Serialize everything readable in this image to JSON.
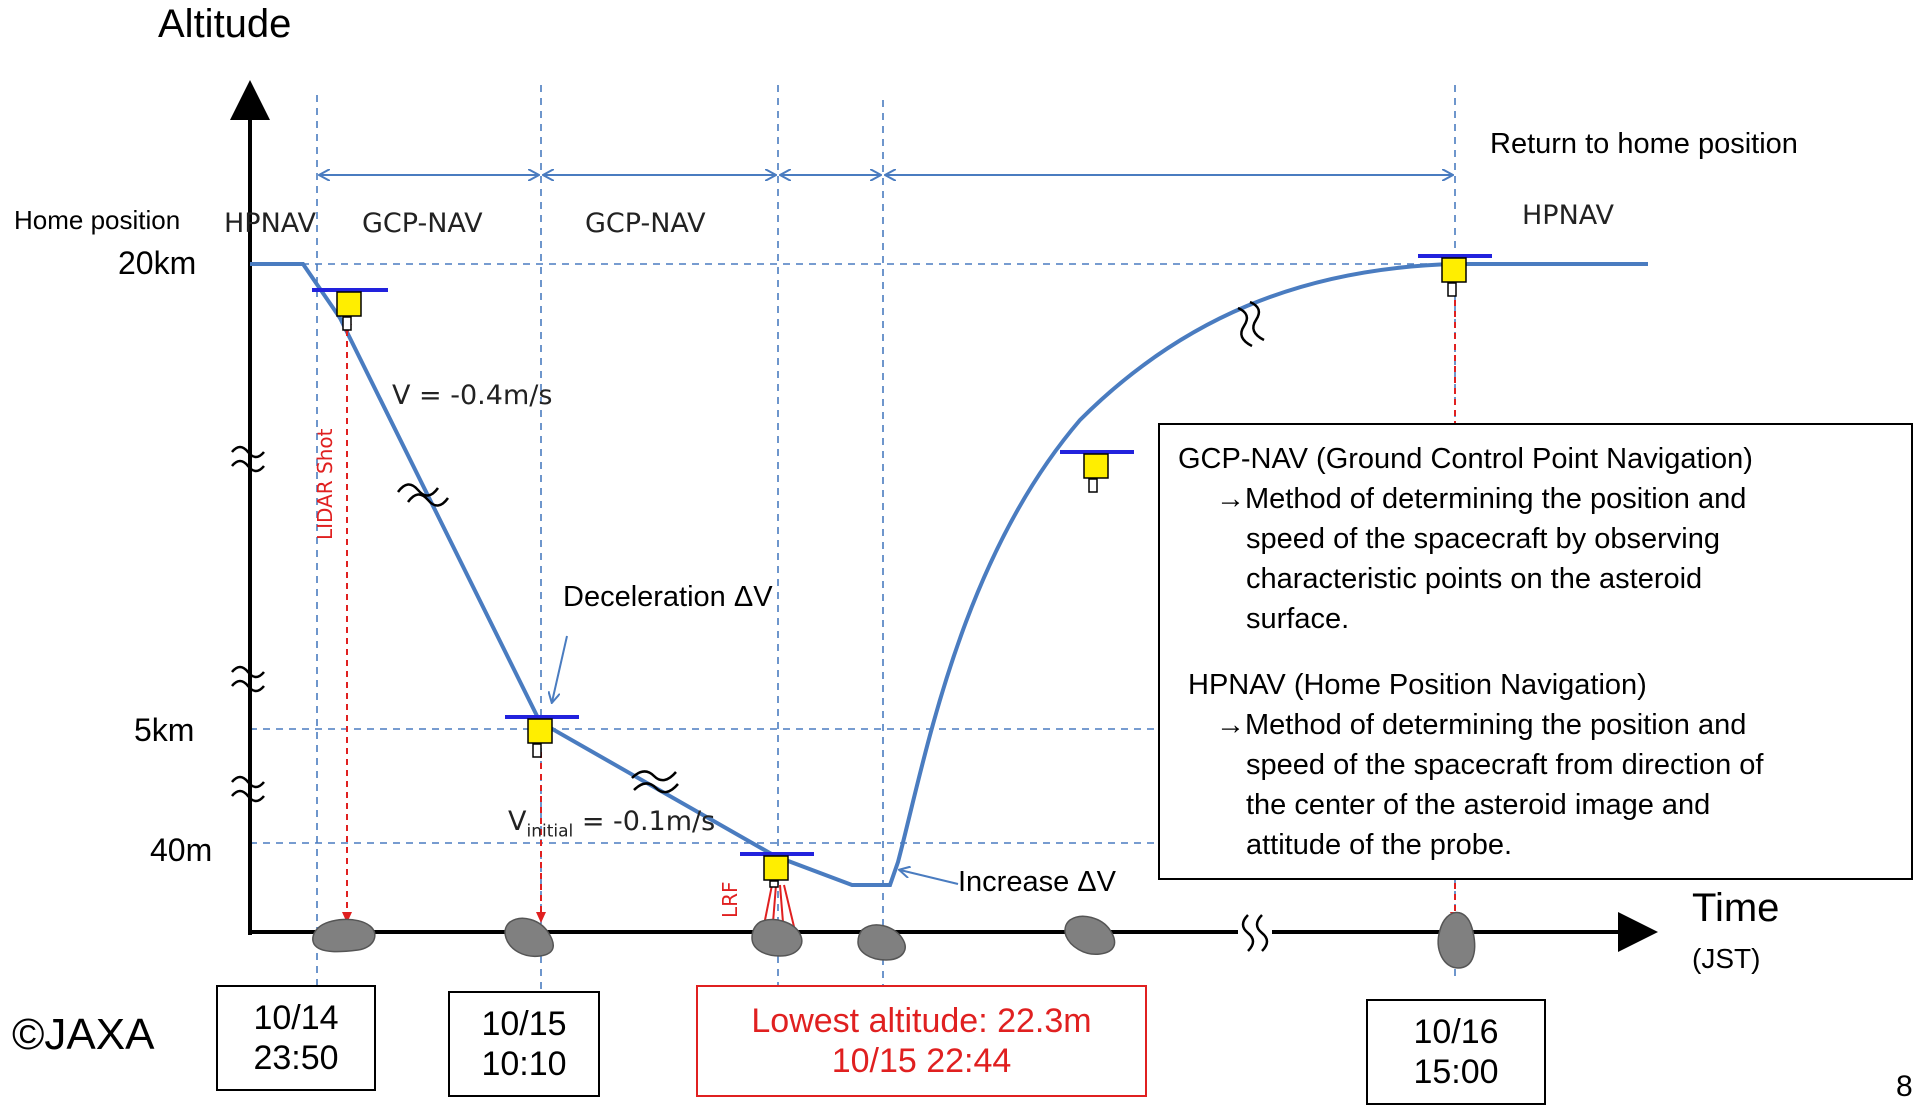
{
  "axes": {
    "y_title": "Altitude",
    "x_title": "Time",
    "x_unit": "(JST)",
    "y_ticks": {
      "home_label": "Home position",
      "home_value": "20km",
      "mid": "5km",
      "low": "40m"
    }
  },
  "phases": {
    "hpnav_left": "HPNAV",
    "gcp1": "GCP-NAV",
    "gcp2": "GCP-NAV",
    "hpnav_right": "HPNAV",
    "return": "Return to home position"
  },
  "annotations": {
    "velocity1": "V = -0.4m/s",
    "v_initial_prefix": "V",
    "v_initial_sub": "initial",
    "v_initial_suffix": " = -0.1m/s",
    "deceleration": "Deceleration ΔV",
    "increase": "Increase ΔV",
    "lidar": "LIDAR Shot",
    "lrf": "LRF"
  },
  "times": {
    "t1_date": "10/14",
    "t1_time": "23:50",
    "t2_date": "10/15",
    "t2_time": "10:10",
    "lowest_line1": "Lowest altitude: 22.3m",
    "lowest_line2": "10/15 22:44",
    "t4_date": "10/16",
    "t4_time": "15:00"
  },
  "legend": {
    "gcp_title": "GCP-NAV (Ground Control Point Navigation)",
    "gcp_desc_1": "→Method of determining the position and",
    "gcp_desc_2": "speed of the spacecraft by observing",
    "gcp_desc_3": "characteristic points on the asteroid",
    "gcp_desc_4": "surface.",
    "hp_title": "HPNAV (Home Position Navigation)",
    "hp_desc_1": "→Method of determining the position and",
    "hp_desc_2": "speed of the spacecraft from direction of",
    "hp_desc_3": "the center of the asteroid image and",
    "hp_desc_4": "attitude of the probe."
  },
  "credit": "©JAXA",
  "page_number": "8",
  "colors": {
    "trajectory": "#4a7cc0",
    "guide": "#4a7cc0",
    "probe_body": "#ffee00",
    "probe_bar": "#2222dd",
    "laser": "#e02020",
    "asteroid": "#808080",
    "highlight": "#e02020"
  }
}
